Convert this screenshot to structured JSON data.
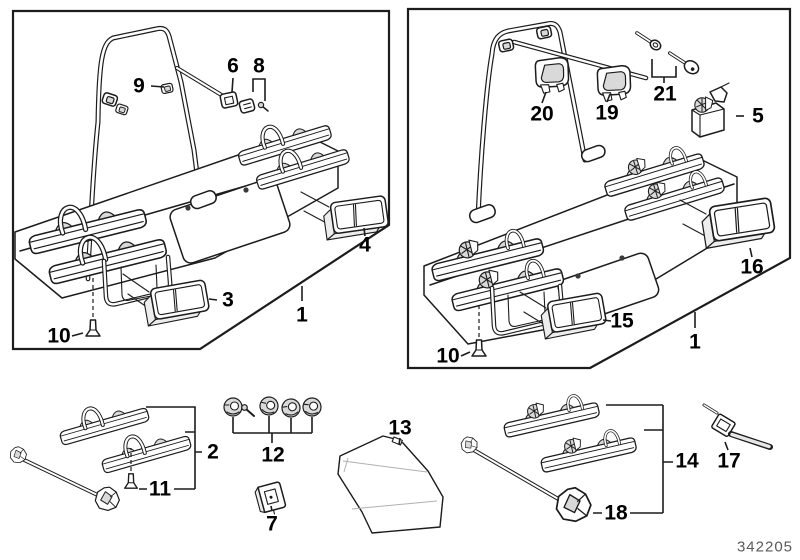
{
  "diagram": {
    "drawing_number": "342205",
    "panel_left": {
      "callouts": {
        "c9": "9",
        "c6": "6",
        "c8": "8",
        "c4": "4",
        "c3": "3",
        "c10": "10",
        "c1": "1"
      }
    },
    "panel_right": {
      "callouts": {
        "c20": "20",
        "c19": "19",
        "c21": "21",
        "c5": "5",
        "c16": "16",
        "c15": "15",
        "c10": "10",
        "c1": "1"
      }
    },
    "loose_parts": {
      "callouts": {
        "c2": "2",
        "c11": "11",
        "c12": "12",
        "c7": "7",
        "c13": "13",
        "c14": "14",
        "c17": "17",
        "c18": "18"
      }
    }
  }
}
